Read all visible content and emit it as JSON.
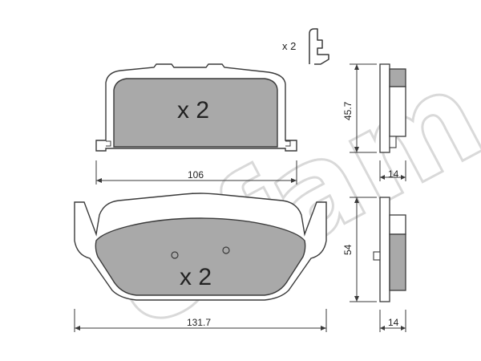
{
  "watermark": "cifam",
  "clip": {
    "qty_label": "x 2"
  },
  "upper_pad": {
    "qty_label": "x 2",
    "width_label": "106",
    "height_label": "45.7",
    "thickness_label": "14"
  },
  "lower_pad": {
    "qty_label": "x 2",
    "width_label": "131.7",
    "height_label": "54",
    "thickness_label": "14"
  },
  "colors": {
    "pad_fill": "#a9a9a9",
    "stroke": "#3a3a3a",
    "backing_plate": "#ffffff",
    "watermark": "#d9d9d9"
  }
}
